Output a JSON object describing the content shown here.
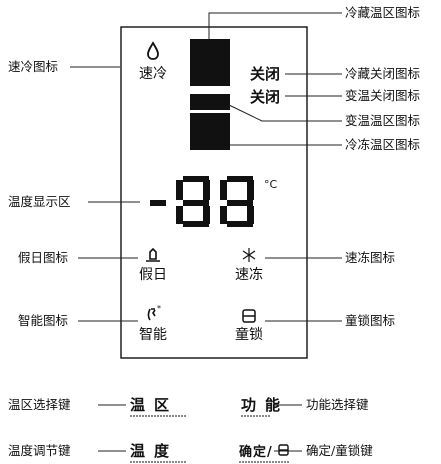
{
  "labels": {
    "fridge_zone_icon": "冷藏温区图标",
    "quick_cool_icon": "速冷图标",
    "fridge_off_icon": "冷藏关闭图标",
    "variable_off_icon": "变温关闭图标",
    "variable_zone_icon": "变温温区图标",
    "freezer_zone_icon": "冷冻温区图标",
    "temp_display_area": "温度显示区",
    "holiday_icon": "假日图标",
    "quick_freeze_icon": "速冻图标",
    "smart_icon": "智能图标",
    "child_lock_icon": "童锁图标",
    "zone_select_key": "温区选择键",
    "function_select_key": "功能选择键",
    "temp_adjust_key": "温度调节键",
    "confirm_lock_key": "确定/童锁键"
  },
  "panel": {
    "quick_cool": "速冷",
    "fridge_off": "关闭",
    "variable_off": "关闭",
    "unit": "°C",
    "holiday": "假日",
    "quick_freeze": "速冻",
    "smart": "智能",
    "child_lock": "童锁"
  },
  "keys": {
    "zone": "温区",
    "function": "功能",
    "temp": "温度",
    "confirm": "确定/"
  }
}
